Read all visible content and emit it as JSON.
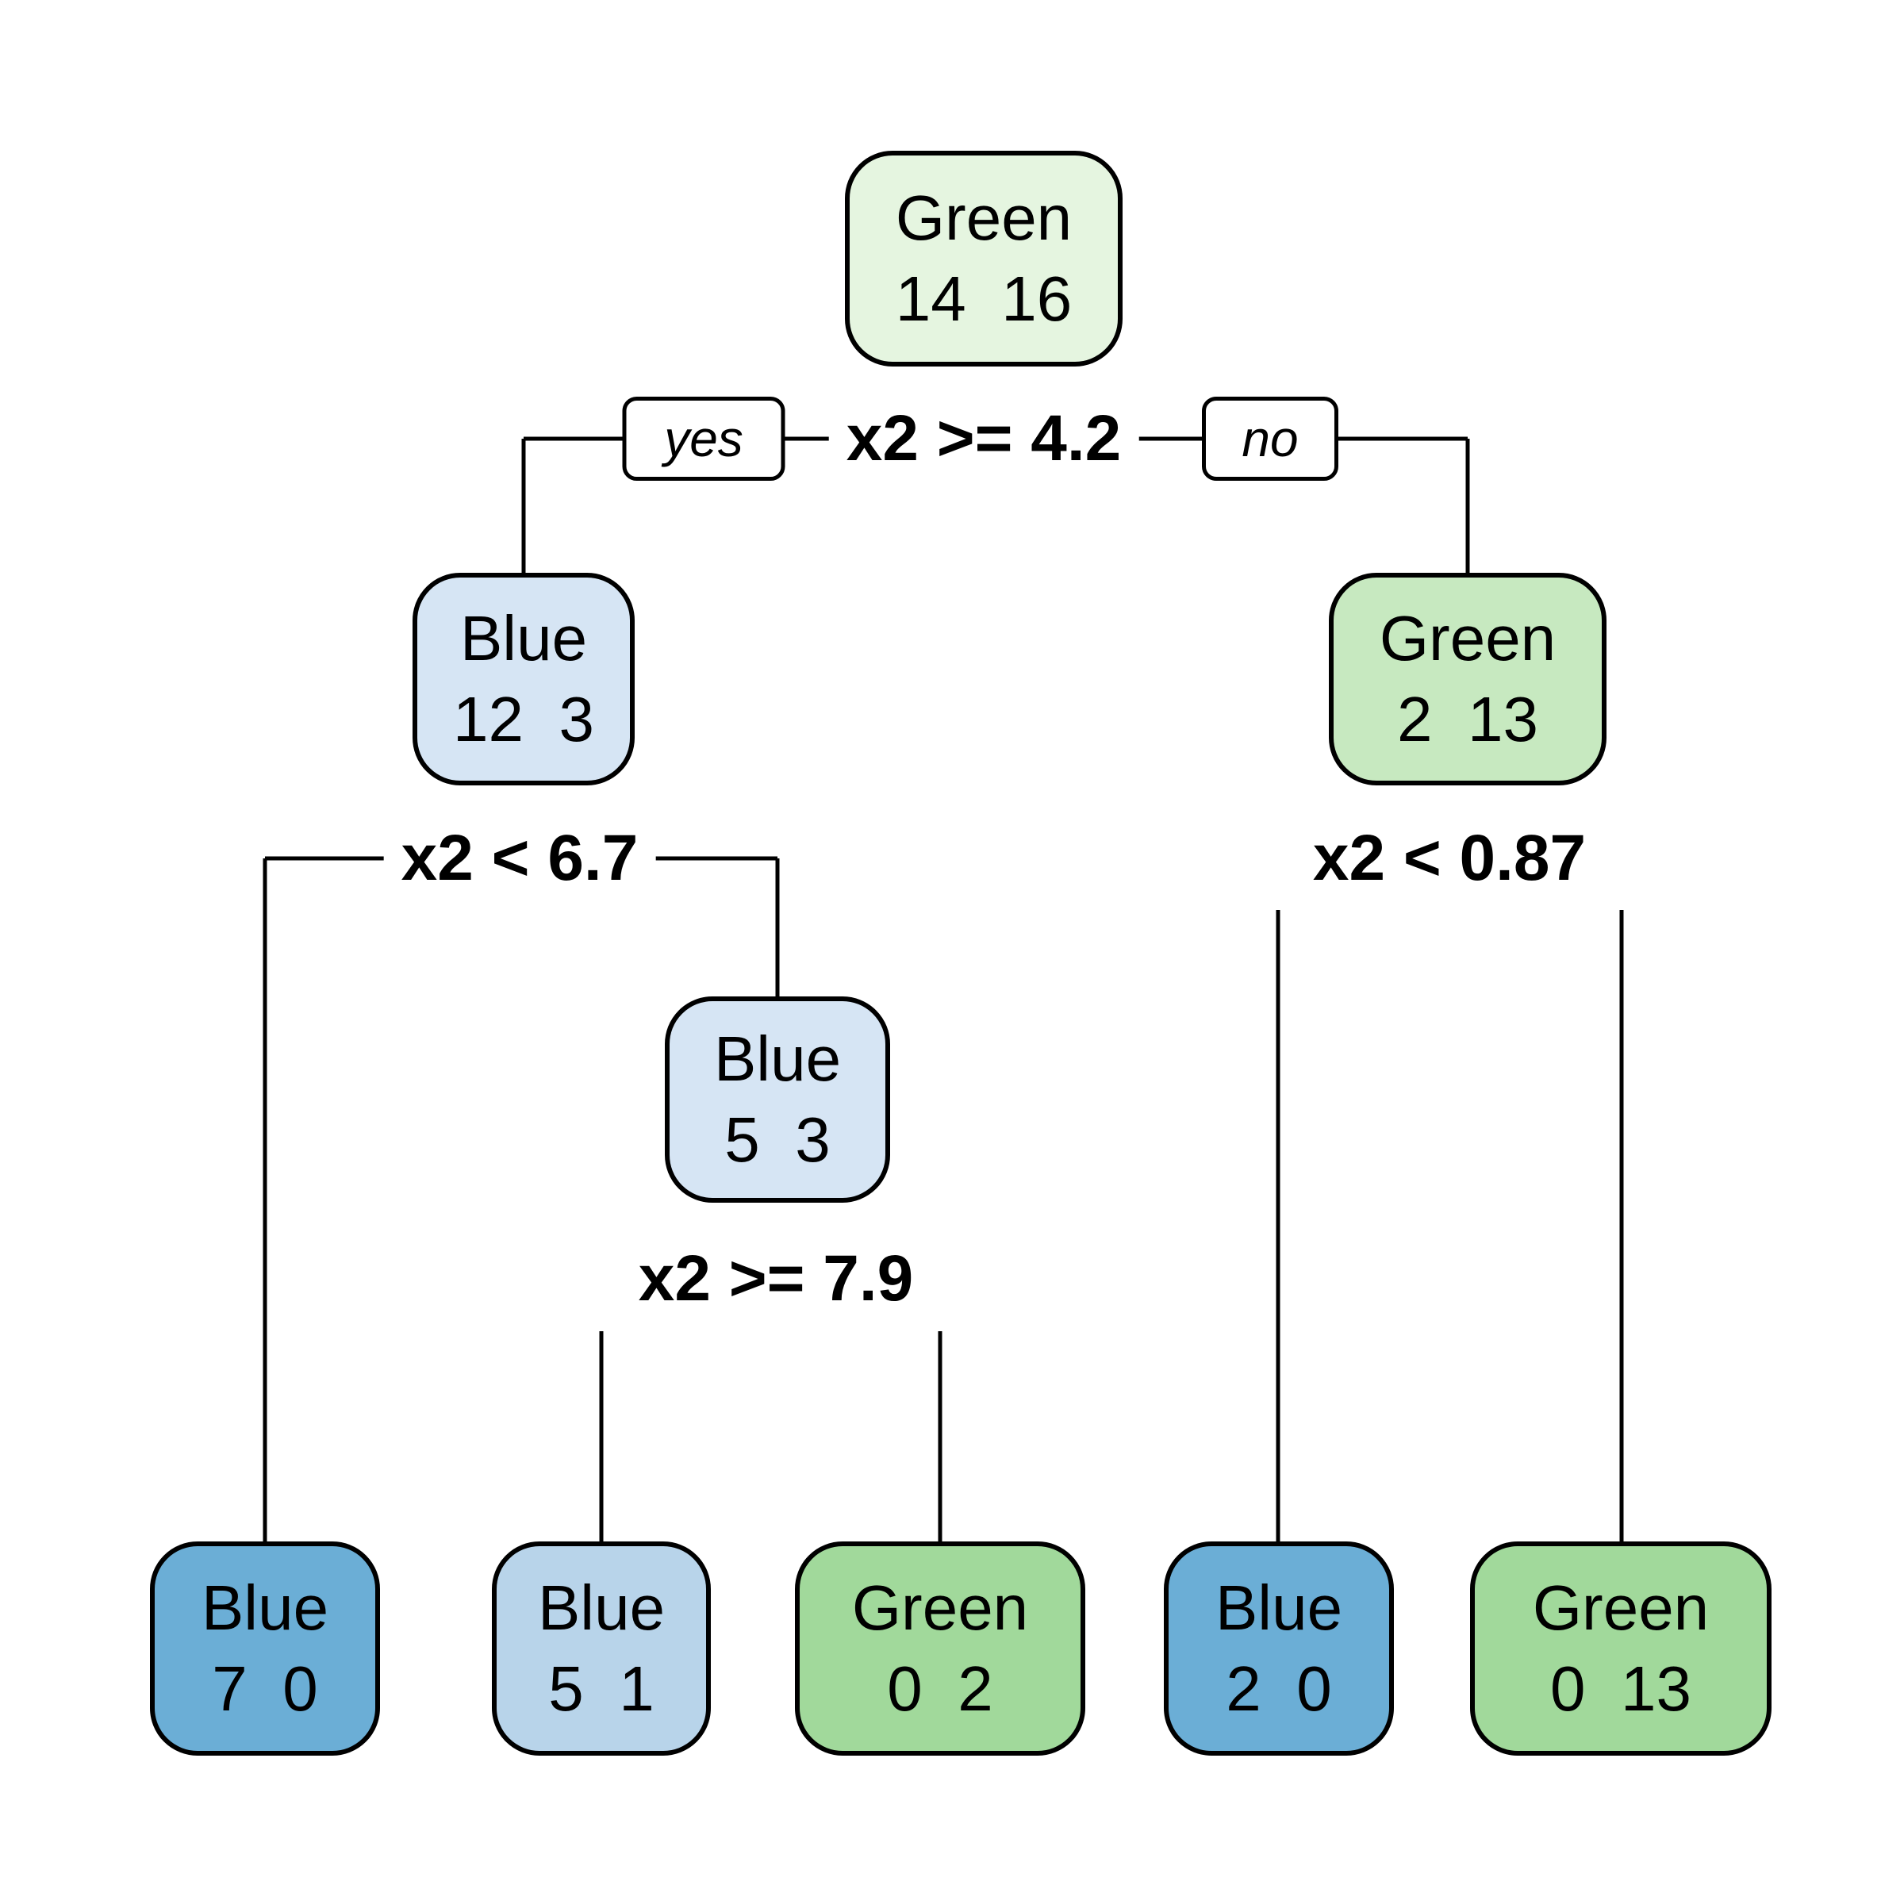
{
  "diagram": {
    "type": "decision-tree",
    "background": "#ffffff",
    "line_color": "#000000",
    "edge_labels": {
      "yes": "yes",
      "no": "no"
    },
    "splits": [
      {
        "id": "root-split",
        "condition": "x2 >= 4.2"
      },
      {
        "id": "left-split",
        "condition": "x2 < 6.7"
      },
      {
        "id": "mid-split",
        "condition": "x2 >= 7.9"
      },
      {
        "id": "right-split",
        "condition": "x2 < 0.87"
      }
    ],
    "nodes": [
      {
        "id": "root",
        "label": "Green",
        "counts": "14  16",
        "fill": "#E5F5E0"
      },
      {
        "id": "left-child",
        "label": "Blue",
        "counts": "12  3",
        "fill": "#D6E5F4"
      },
      {
        "id": "right-child",
        "label": "Green",
        "counts": "2  13",
        "fill": "#C7E9C0"
      },
      {
        "id": "mid-node",
        "label": "Blue",
        "counts": "5  3",
        "fill": "#D6E5F4"
      },
      {
        "id": "leaf-1",
        "label": "Blue",
        "counts": "7  0",
        "fill": "#6BAED6"
      },
      {
        "id": "leaf-2",
        "label": "Blue",
        "counts": "5  1",
        "fill": "#B8D4EA"
      },
      {
        "id": "leaf-3",
        "label": "Green",
        "counts": "0  2",
        "fill": "#A1D99B"
      },
      {
        "id": "leaf-4",
        "label": "Blue",
        "counts": "2  0",
        "fill": "#6BAED6"
      },
      {
        "id": "leaf-5",
        "label": "Green",
        "counts": "0  13",
        "fill": "#A1D99B"
      }
    ]
  }
}
